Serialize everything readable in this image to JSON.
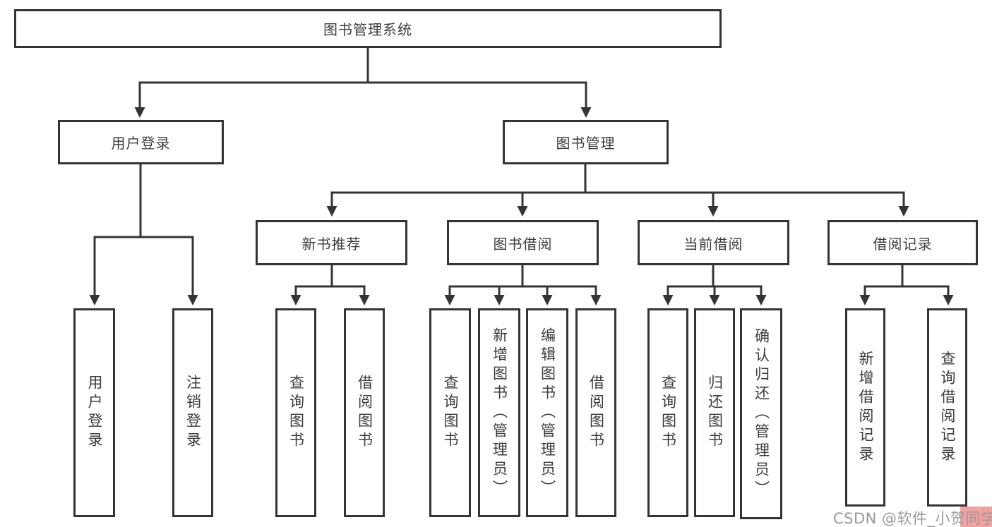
{
  "page": {
    "background": "#ffffff"
  },
  "colors": {
    "line": "#343434",
    "border": "#343434",
    "text": "#3c3c3c",
    "watermark_text": "#9b9b9b",
    "watermark_accent": "#f2a0a0"
  },
  "tree": {
    "root": {
      "label": "图书管理系统"
    },
    "level2": [
      {
        "label": "用户登录"
      },
      {
        "label": "图书管理"
      }
    ],
    "level3": [
      {
        "label": "新书推荐",
        "parent": "图书管理"
      },
      {
        "label": "图书借阅",
        "parent": "图书管理"
      },
      {
        "label": "当前借阅",
        "parent": "图书管理"
      },
      {
        "label": "借阅记录",
        "parent": "图书管理"
      }
    ],
    "leaves": [
      {
        "label": "用户登录",
        "parent": "用户登录"
      },
      {
        "label": "注销登录",
        "parent": "用户登录"
      },
      {
        "label": "查询图书",
        "parent": "新书推荐"
      },
      {
        "label": "借阅图书",
        "parent": "新书推荐"
      },
      {
        "label": "查询图书",
        "parent": "图书借阅"
      },
      {
        "label": "新增图书（管理员）",
        "parent": "图书借阅"
      },
      {
        "label": "编辑图书（管理员）",
        "parent": "图书借阅"
      },
      {
        "label": "借阅图书",
        "parent": "图书借阅"
      },
      {
        "label": "查询图书",
        "parent": "当前借阅"
      },
      {
        "label": "归还图书",
        "parent": "当前借阅"
      },
      {
        "label": "确认归还（管理员）",
        "parent": "当前借阅"
      },
      {
        "label": "新增借阅记录",
        "parent": "借阅记录"
      },
      {
        "label": "查询借阅记录",
        "parent": "借阅记录"
      }
    ]
  },
  "watermark": {
    "text": "CSDN @软件_小贺同学"
  }
}
